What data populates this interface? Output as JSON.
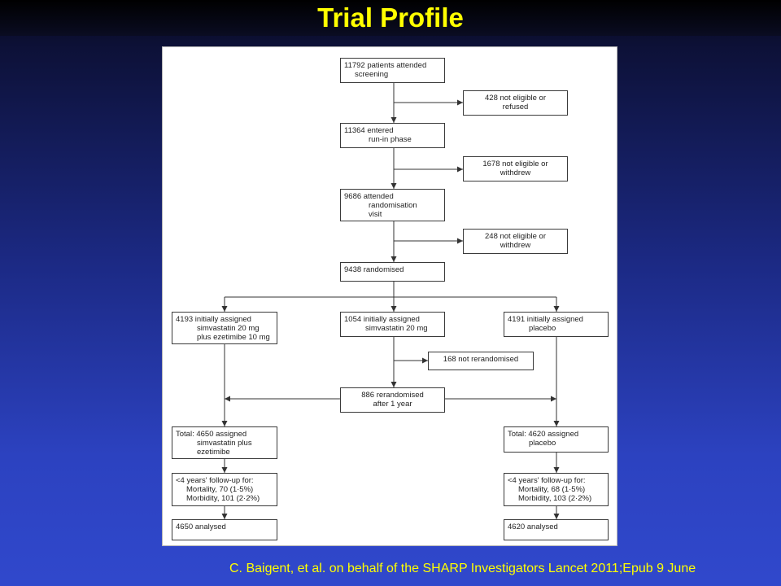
{
  "slide": {
    "title": "Trial Profile",
    "citation": "C. Baigent, et al. on behalf of the SHARP Investigators Lancet 2011;Epub 9 June"
  },
  "flowchart": {
    "screening": [
      "11792 patients attended",
      "screening"
    ],
    "excluded_1": [
      "428 not eligible or",
      "refused"
    ],
    "run_in": [
      "11364 entered",
      "run-in phase"
    ],
    "excluded_2": [
      "1678 not eligible or",
      "withdrew"
    ],
    "randomisation_visit": [
      "9686 attended",
      "randomisation",
      "visit"
    ],
    "excluded_3": [
      "248 not eligible or",
      "withdrew"
    ],
    "randomised": [
      "9438 randomised"
    ],
    "arm_combo": [
      "4193 initially assigned",
      "simvastatin 20 mg",
      "plus ezetimibe 10 mg"
    ],
    "arm_simva": [
      "1054 initially assigned",
      "simvastatin 20 mg"
    ],
    "arm_placebo": [
      "4191 initially assigned",
      "placebo"
    ],
    "not_rerandomised": [
      "168 not rerandomised"
    ],
    "rerandomised": [
      "886 rerandomised",
      "after 1 year"
    ],
    "total_combo": [
      "Total: 4650 assigned",
      "simvastatin plus",
      "ezetimibe"
    ],
    "total_placebo": [
      "Total: 4620 assigned",
      "placebo"
    ],
    "followup_combo": [
      "<4 years' follow-up for:",
      "Mortality, 70 (1·5%)",
      "Morbidity, 101 (2·2%)"
    ],
    "followup_placebo": [
      "<4 years' follow-up for:",
      "Mortality, 68 (1·5%)",
      "Morbidity, 103 (2·2%)"
    ],
    "analysed_combo": [
      "4650 analysed"
    ],
    "analysed_placebo": [
      "4620 analysed"
    ]
  }
}
